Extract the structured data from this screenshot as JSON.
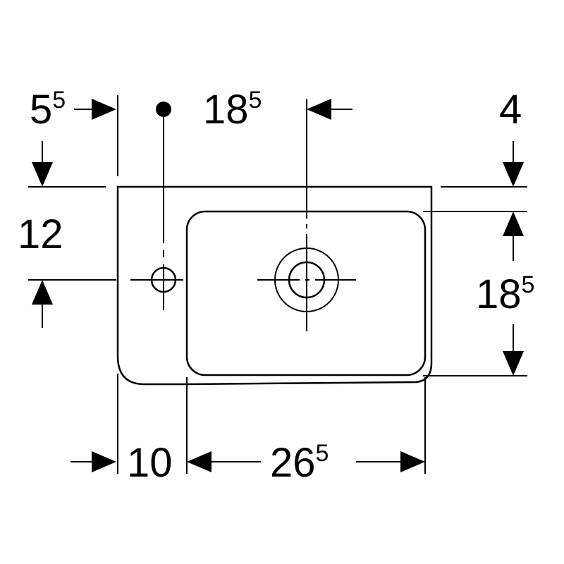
{
  "drawing": {
    "dimensions": {
      "tap_offset_left": {
        "main": "5",
        "sup": "5"
      },
      "tap_to_drain": {
        "main": "18",
        "sup": "5"
      },
      "rim_to_basin": {
        "main": "4"
      },
      "rim_to_holes": {
        "main": "12"
      },
      "basin_depth": {
        "main": "18",
        "sup": "5"
      },
      "wall_to_basin": {
        "main": "10"
      },
      "basin_width": {
        "main": "26",
        "sup": "5"
      }
    },
    "line_color": "#000000"
  }
}
